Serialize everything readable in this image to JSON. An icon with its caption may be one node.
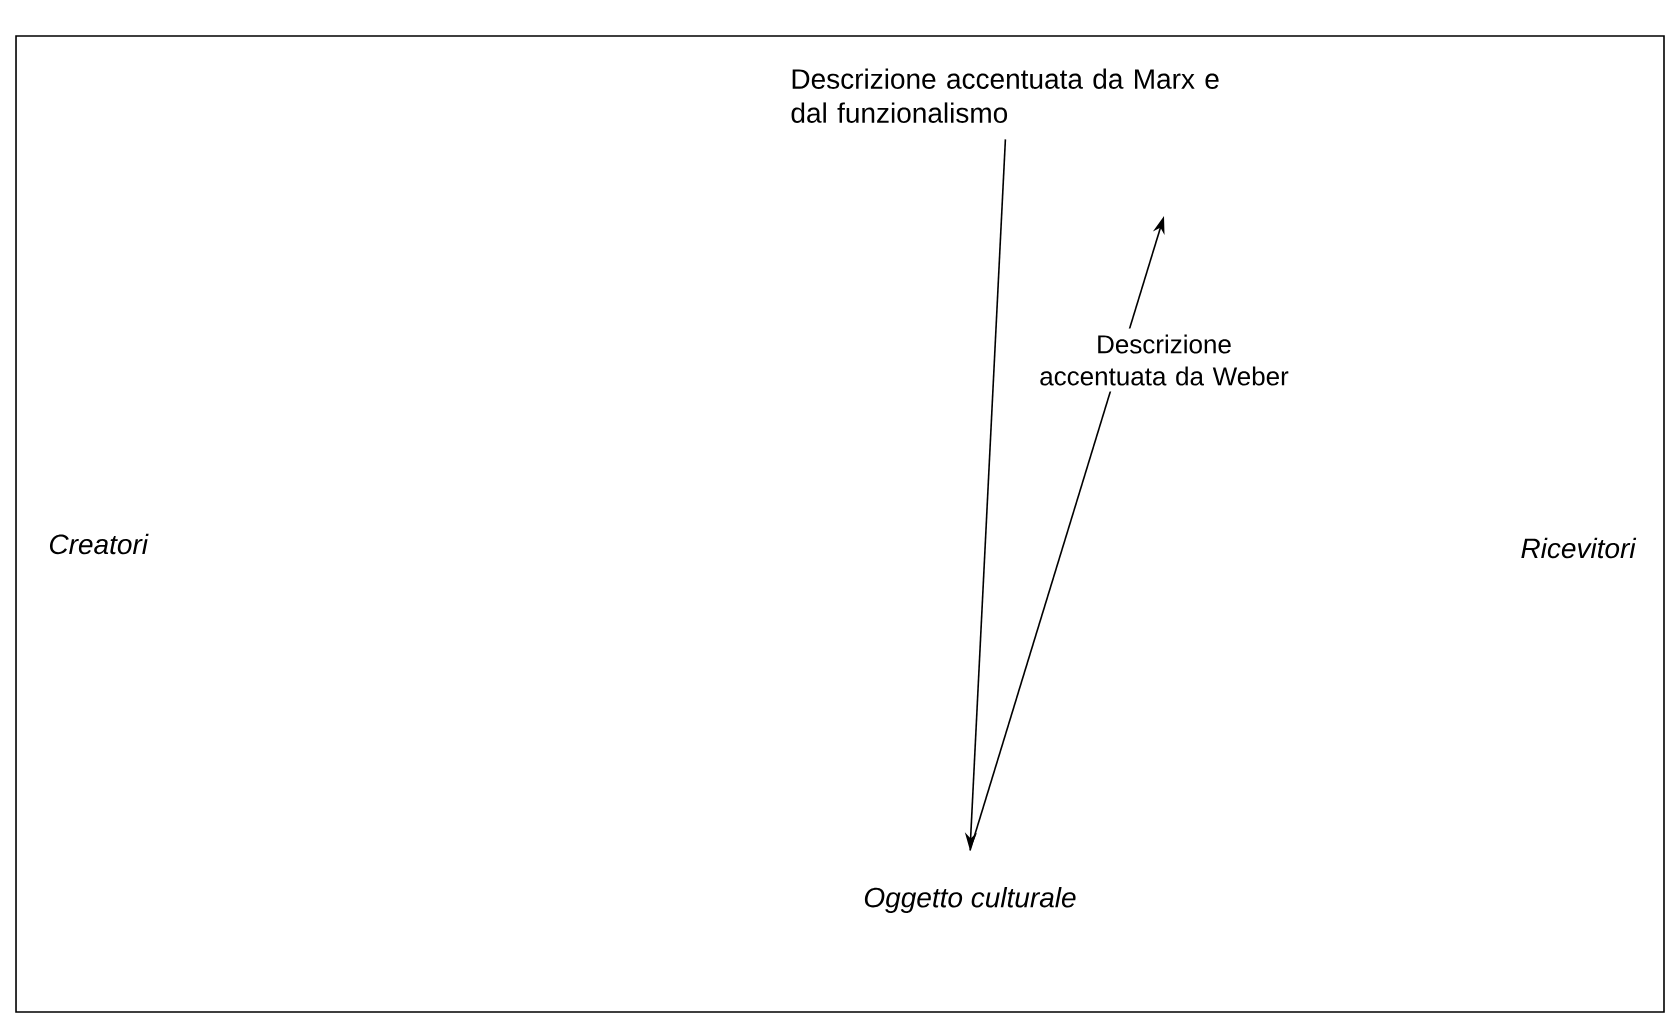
{
  "diagram": {
    "nodes": [
      {
        "text": [
          "Descrizione accentuata da Marx e dal funzionalismo"
        ]
      },
      {
        "text": [
          "Oggetto culturale"
        ]
      },
      {
        "text": [
          "Creatori"
        ]
      },
      {
        "text": [
          "Ricevitori"
        ]
      }
    ],
    "edges": [
      {
        "from": 0,
        "to": 1,
        "arrow": "to"
      },
      {
        "from": 1,
        "to": null,
        "arrow": "to",
        "label": "Descrizione accentuata da Weber"
      }
    ]
  }
}
